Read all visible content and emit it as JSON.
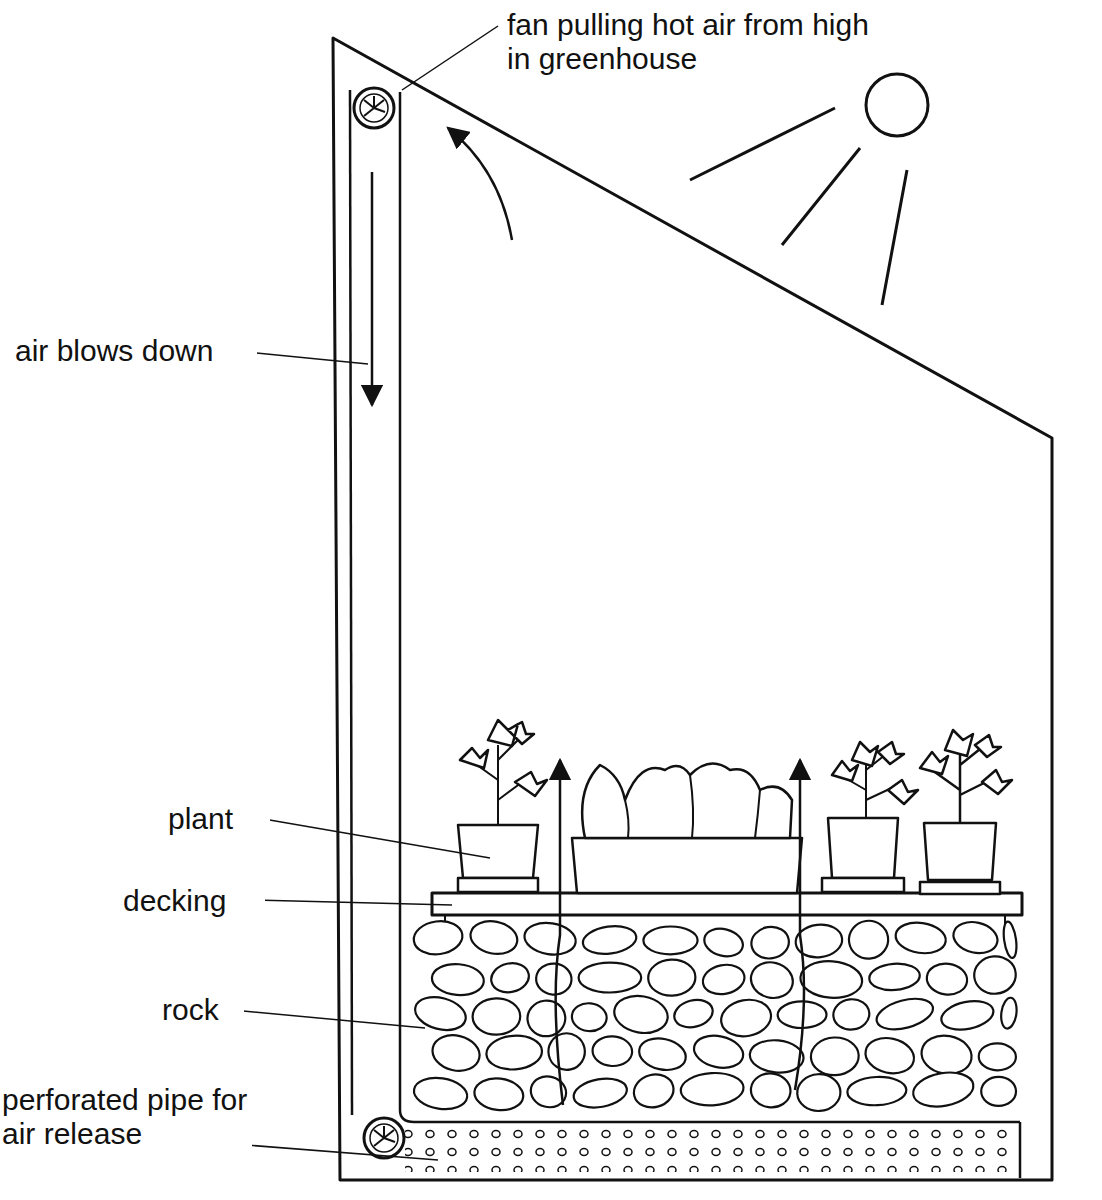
{
  "diagram": {
    "labels": [
      "fan pulling hot air from high in greenhouse",
      "air blows down",
      "plant",
      "decking",
      "rock",
      "perforated pipe for air release"
    ]
  }
}
